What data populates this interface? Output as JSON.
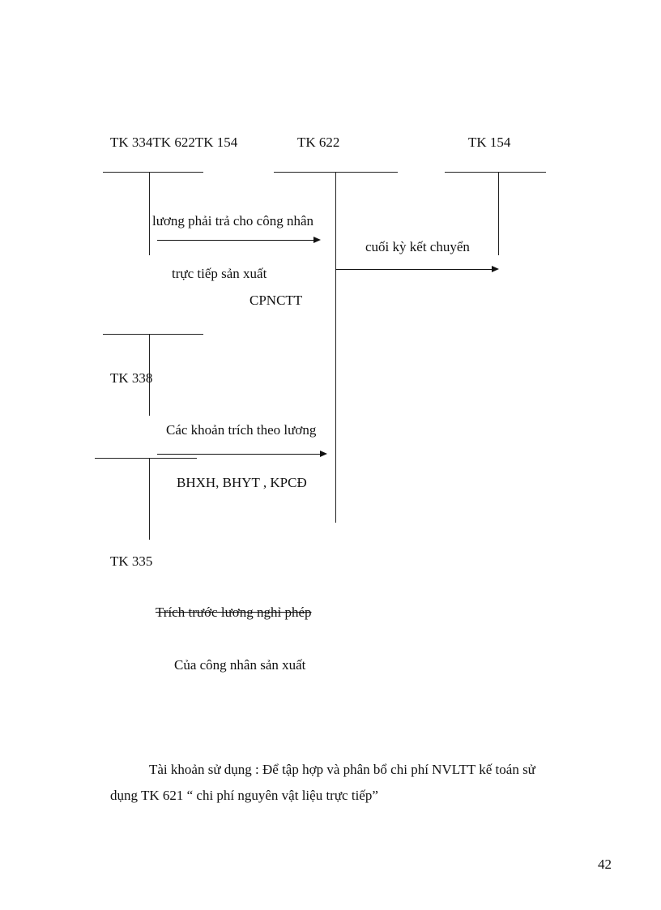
{
  "diagram": {
    "header_labels": {
      "left": "TK 334TK 622TK 154",
      "middle": "TK 622",
      "right": "TK 154"
    },
    "accounts": {
      "tk338": "TK 338",
      "tk335": "TK 335"
    },
    "flows": {
      "wages_line1": "lương phải trả cho công nhân",
      "wages_line2": "trực tiếp  sản xuất",
      "wages_line3": "CPNCTT",
      "transfer": "cuối kỳ kết chuyển",
      "deductions_line1": "Các khoản trích theo lương",
      "deductions_line2": "BHXH,  BHYT , KPCĐ",
      "accrual_line1": "Trích trước lương nghỉ phép",
      "accrual_line2": "Của công nhân sản xuất"
    }
  },
  "body": {
    "paragraph_line1": "Tài khoản sử dụng : Để tập hợp và phân bổ chi phí NVLTT kế toán sử",
    "paragraph_line2": "dụng TK 621  “ chi phí nguyên vật liệu trực tiếp”"
  },
  "page_number": "42"
}
